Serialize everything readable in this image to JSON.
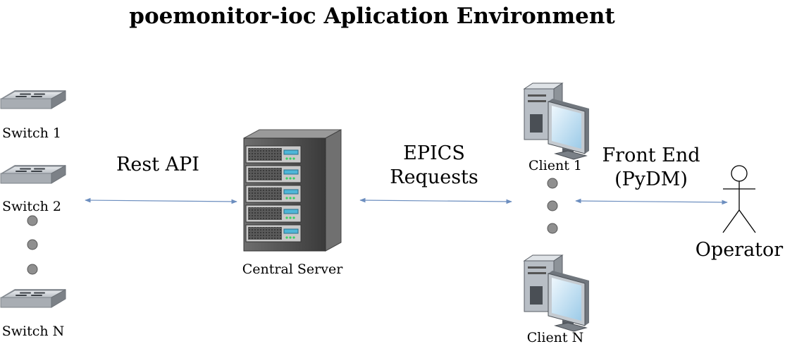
{
  "title": "poemonitor-ioc Aplication Environment",
  "nodes": {
    "switch_1": "Switch 1",
    "switch_2": "Switch 2",
    "switch_n": "Switch N",
    "central_server": "Central Server",
    "client_1": "Client 1",
    "client_n": "Client N",
    "operator": "Operator"
  },
  "edges": {
    "switches_to_server": "Rest API",
    "server_to_clients": [
      "EPICS",
      "Requests"
    ],
    "clients_to_operator": [
      "Front End",
      "(PyDM)"
    ]
  },
  "colors": {
    "connector": "#6c8ebf",
    "ellipsis_dot": "#8f8f8f",
    "switch_body": "#a3a8ae",
    "server_body": "#4d4d4d",
    "client_screen": "#aed4ec"
  }
}
